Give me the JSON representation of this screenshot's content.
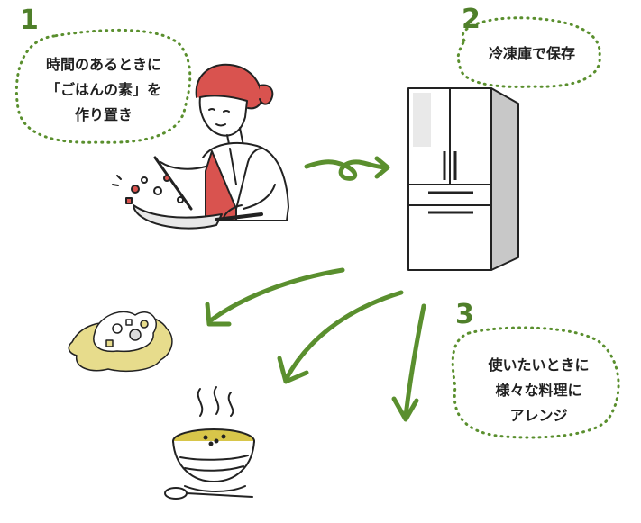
{
  "steps": [
    {
      "number": "1",
      "lines": [
        "時間のあるときに",
        "「ごはんの素」を",
        "作り置き"
      ]
    },
    {
      "number": "2",
      "lines": [
        "冷凍庫で保存"
      ]
    },
    {
      "number": "3",
      "lines": [
        "使いたいときに",
        "様々な料理に",
        "アレンジ"
      ]
    }
  ],
  "colors": {
    "accent_green": "#4f7f2a",
    "arrow_green": "#5a8f2e",
    "apron_red": "#d9534f",
    "rice_yellow": "#e7dc8c",
    "soup_yellow": "#d8c64a",
    "line": "#222222",
    "fridge_gray": "#d5d5d5"
  }
}
